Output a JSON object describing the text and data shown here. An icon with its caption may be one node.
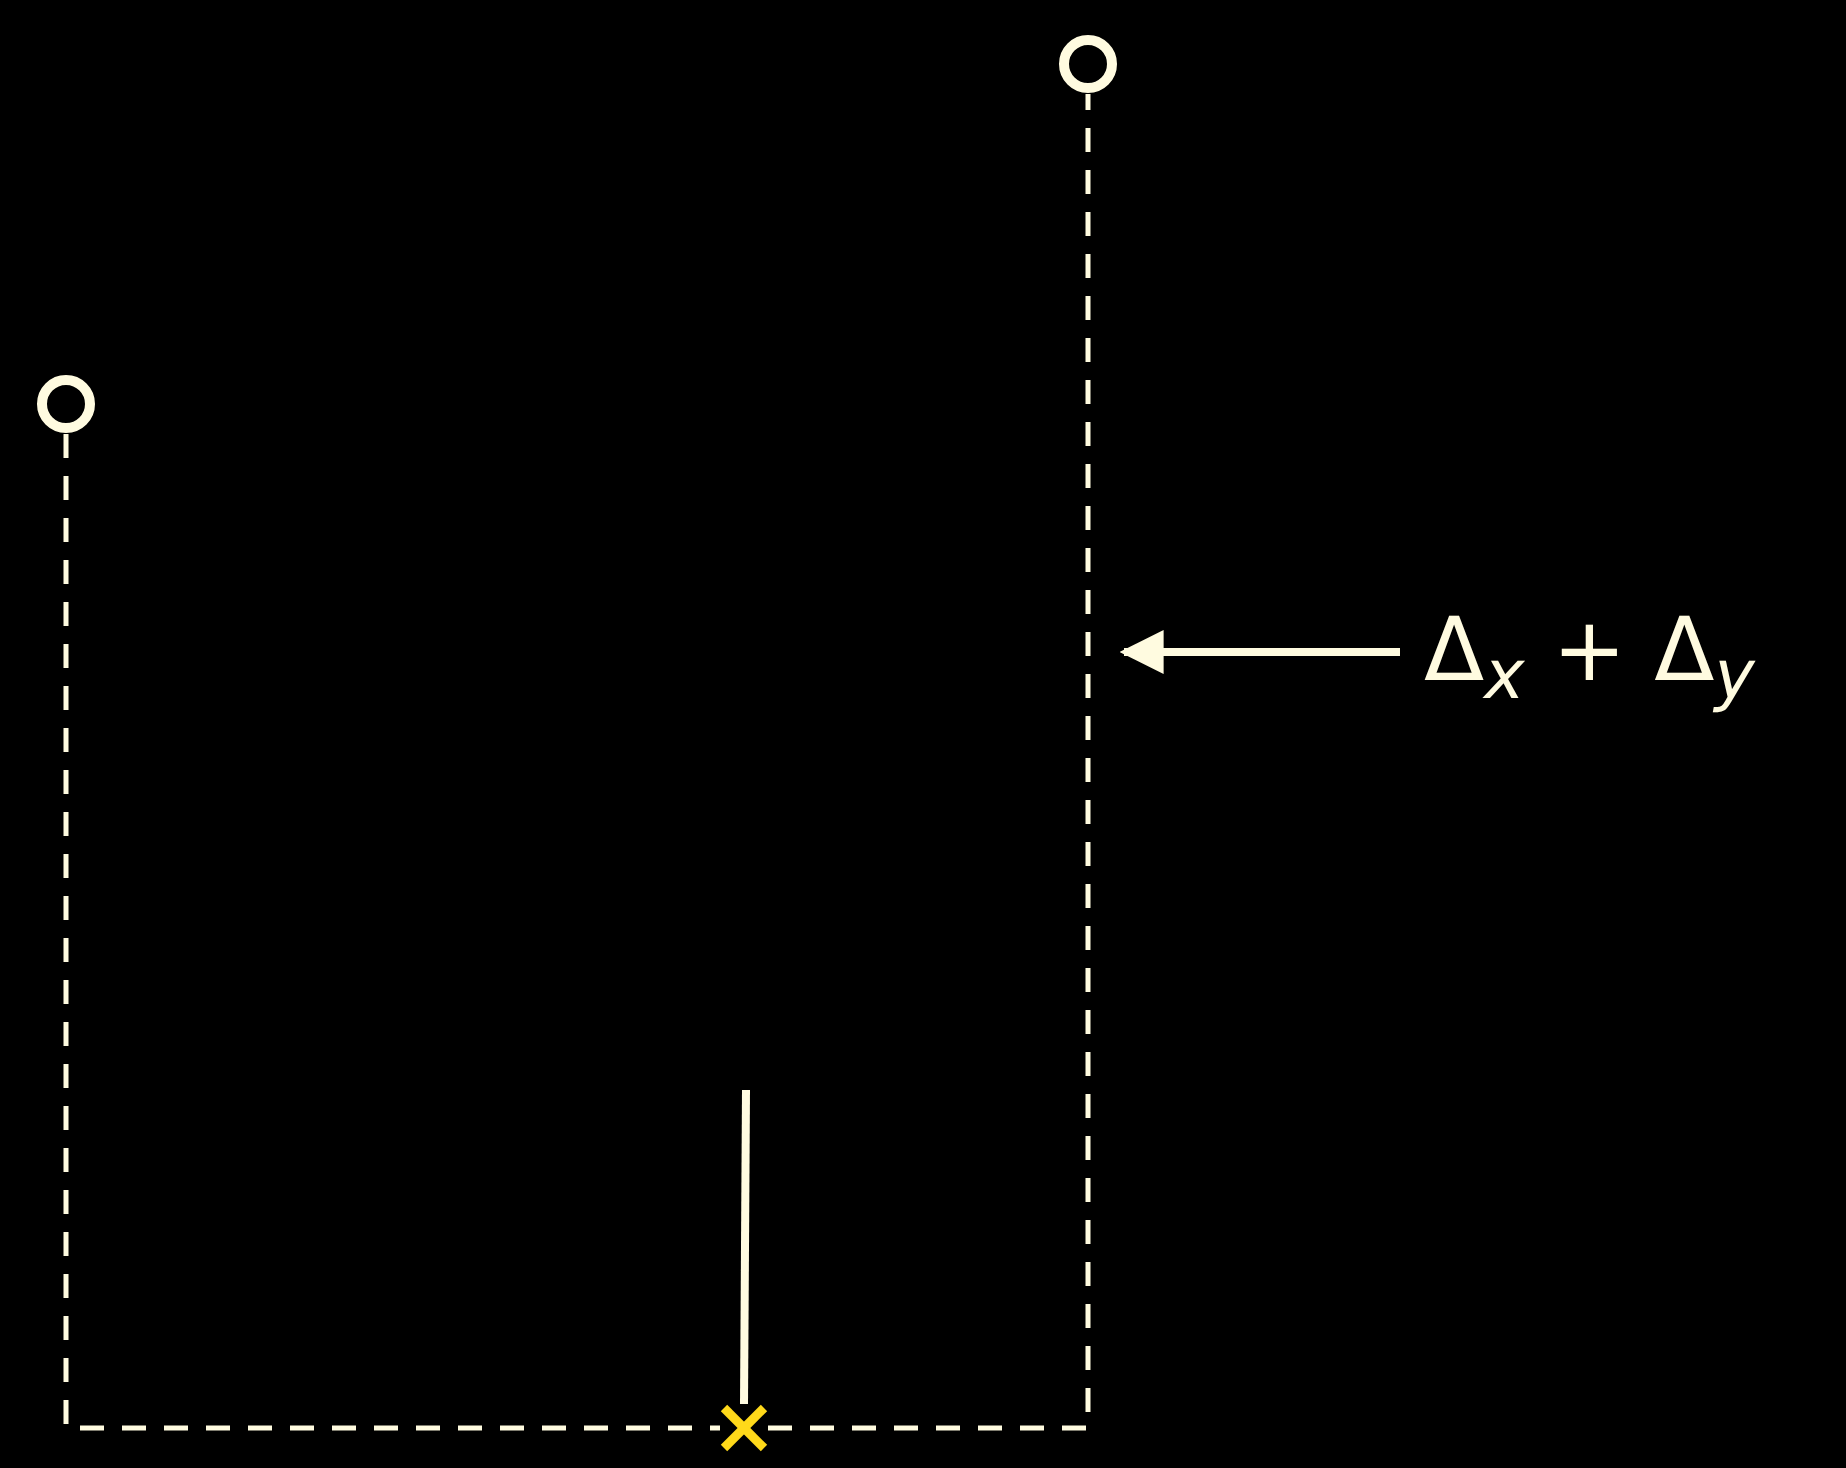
{
  "diagram": {
    "nodes": [
      {
        "text": [],
        "shape": "circle"
      },
      {
        "text": [],
        "shape": "circle"
      },
      {
        "text": [],
        "shape": "cross"
      },
      {
        "text": [
          "Δ$_{x}$ + Δ$_{y}$"
        ]
      }
    ],
    "edges": [
      {
        "from": 0,
        "to": 2,
        "arrow": "none",
        "style": "dashed"
      },
      {
        "from": 2,
        "to": 1,
        "arrow": "none",
        "style": "dashed"
      },
      {
        "from": null,
        "to": 2,
        "arrow": "none"
      },
      {
        "from": 3,
        "to": null,
        "arrow": "to"
      }
    ]
  }
}
